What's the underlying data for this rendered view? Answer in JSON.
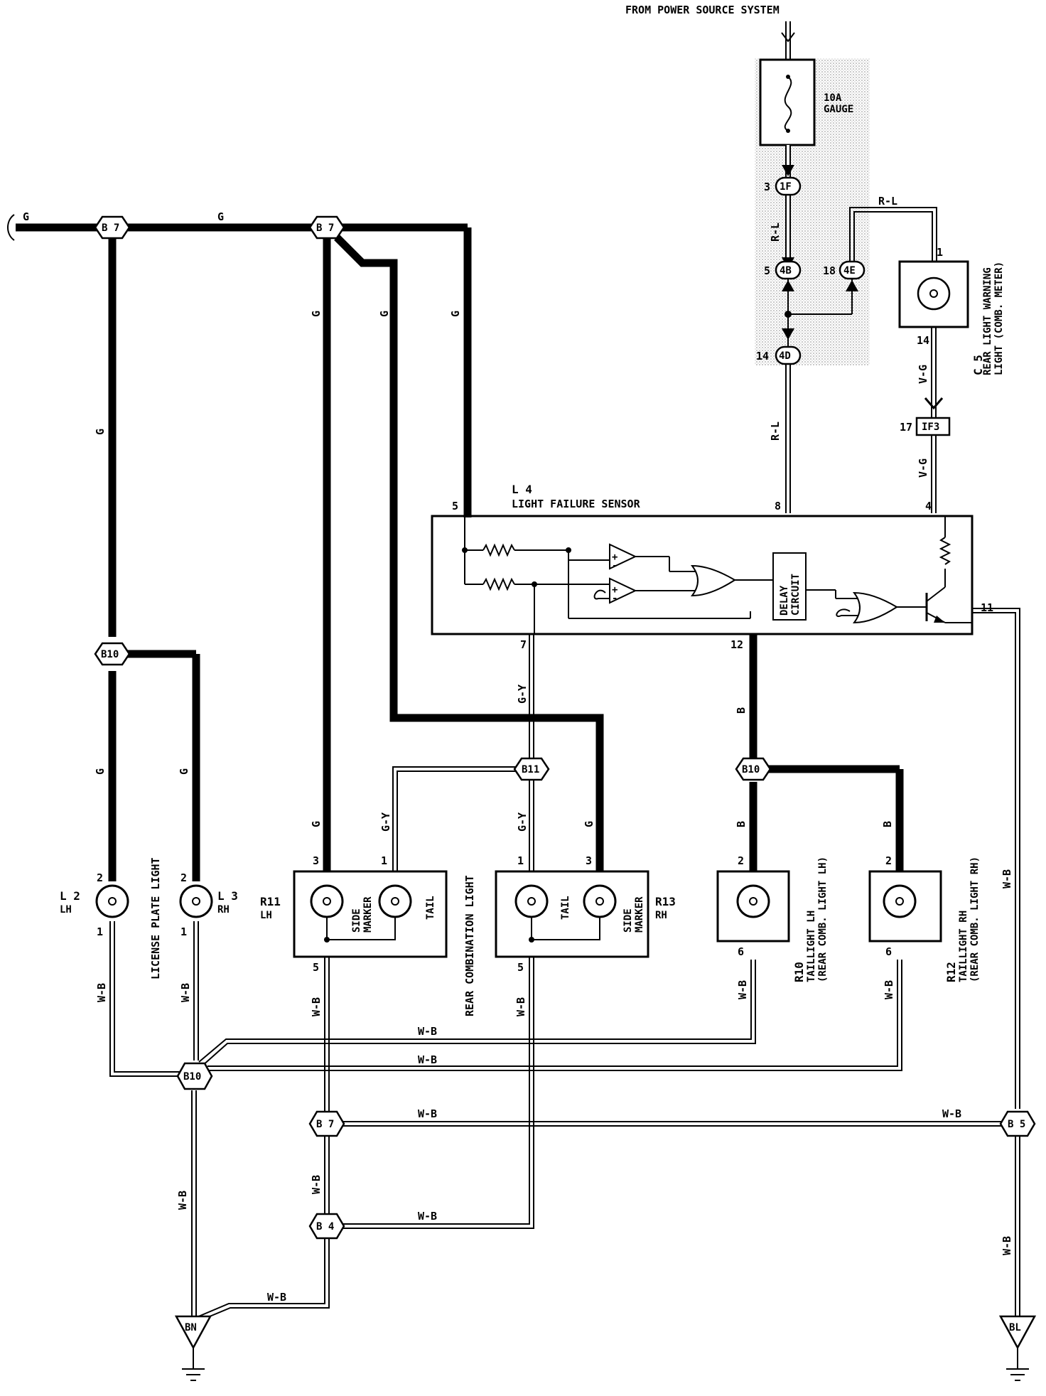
{
  "title": "FROM POWER SOURCE SYSTEM",
  "fuse": {
    "rating": "10A",
    "name": "GAUGE"
  },
  "connectors": {
    "if": "1F",
    "c4b": "4B",
    "c4e": "4E",
    "c4d": "4D",
    "if3": "IF3",
    "b7": "B 7",
    "b10": "B10",
    "b11": "B11",
    "b4": "B 4",
    "b5": "B 5"
  },
  "grounds": {
    "bn": "BN",
    "bl": "BL"
  },
  "wires": {
    "g": "G",
    "rl": "R-L",
    "vg": "V-G",
    "gy": "G-Y",
    "b": "B",
    "wb": "W-B"
  },
  "sensor": {
    "code": "L 4",
    "name": "LIGHT FAILURE SENSOR",
    "delay1": "DELAY",
    "delay2": "CIRCUIT"
  },
  "meter": {
    "code": "C 5",
    "line1": "REAR LIGHT WARNING",
    "line2": "LIGHT (COMB. METER)"
  },
  "components": {
    "l2": {
      "code": "L 2",
      "side": "LH"
    },
    "l3": {
      "code": "L 3",
      "side": "RH"
    },
    "license": "LICENSE PLATE LIGHT",
    "r11": {
      "code": "R11",
      "side": "LH"
    },
    "r13": {
      "code": "R13",
      "side": "RH"
    },
    "rear_combo": "REAR COMBINATION LIGHT",
    "side": "SIDE",
    "marker": "MARKER",
    "tail": "TAIL",
    "r10": {
      "code": "R10",
      "line1": "TAILLIGHT LH",
      "line2": "(REAR COMB. LIGHT LH)"
    },
    "r12": {
      "code": "R12",
      "line1": "TAILLIGHT RH",
      "line2": "(REAR COMB. LIGHT RH)"
    }
  },
  "pins": {
    "p1f": "3",
    "p4b": "5",
    "p4e": "18",
    "p4d": "14",
    "pif3": "17",
    "c5_top": "1",
    "c5_bottom": "14",
    "l4_5": "5",
    "l4_8": "8",
    "l4_4": "4",
    "l4_11": "11",
    "l4_7": "7",
    "l4_12": "12",
    "l2_2": "2",
    "l2_1": "1",
    "l3_2": "2",
    "l3_1": "1",
    "r11_3": "3",
    "r11_1": "1",
    "r11_5": "5",
    "r13_1": "1",
    "r13_3": "3",
    "r13_5": "5",
    "r10_2": "2",
    "r10_6": "6",
    "r12_2": "2",
    "r12_6": "6"
  },
  "colors": {
    "ink": "#000000",
    "paper": "#ffffff",
    "shade": "#d9d9d9"
  }
}
